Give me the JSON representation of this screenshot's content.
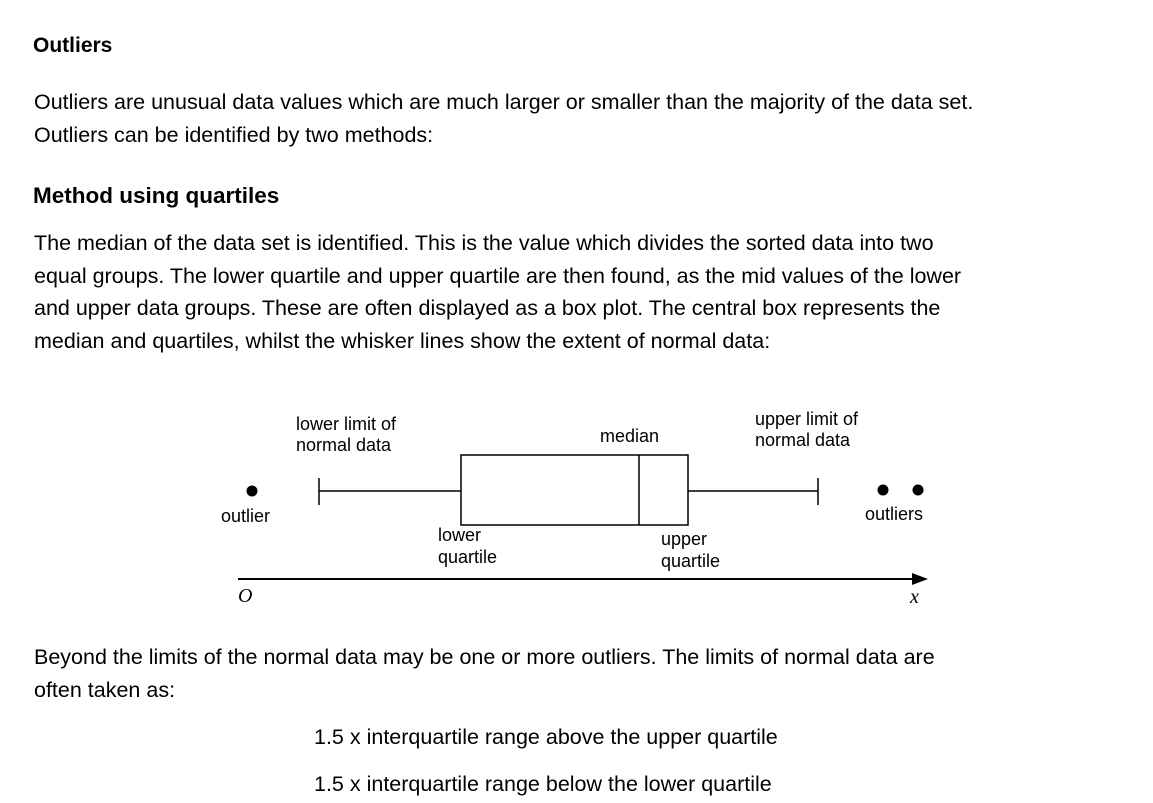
{
  "title": "Outliers",
  "intro": {
    "line1": "Outliers are unusual data values which are much larger or smaller than the majority of the data set.",
    "line2": "Outliers can be identified by two methods:"
  },
  "method_heading": "Method using  quartiles",
  "method_text": {
    "line1": "The median of the data set is identified.  This is the value which divides the sorted data into two",
    "line2": "equal groups. The lower quartile and upper quartile are then found, as the mid values of the lower",
    "line3": "and upper data groups.  These are often displayed as a box plot.  The central box represents the",
    "line4": "median and quartiles, whilst the whisker lines show the extent of normal data:"
  },
  "diagram": {
    "lower_limit_label": [
      "lower limit of",
      "normal data"
    ],
    "median_label": "median",
    "upper_limit_label": [
      "upper limit of",
      "normal data"
    ],
    "outlier_label": "outlier",
    "outliers_label": "outliers",
    "lower_quartile_label": [
      "lower",
      "quartile"
    ],
    "upper_quartile_label": [
      "upper",
      "quartile"
    ],
    "origin_label": "O",
    "axis_label": "x"
  },
  "beyond_text": {
    "line1": "Beyond the limits of the normal data may be one or more outliers.  The limits of normal data are",
    "line2": "often taken as:"
  },
  "limits": [
    "1.5 x interquartile range above the upper quartile",
    "1.5 x interquartile range below the lower quartile"
  ]
}
